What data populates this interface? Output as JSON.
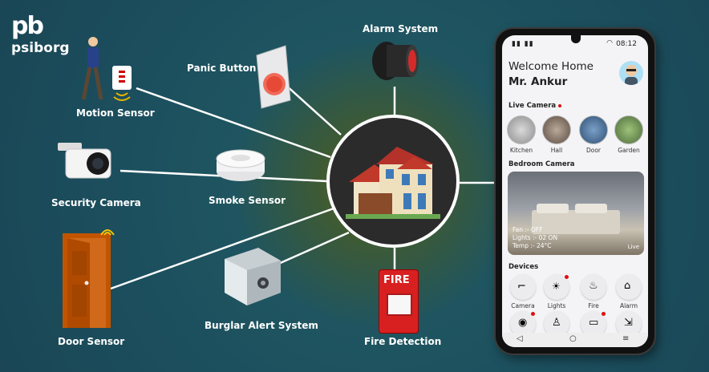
{
  "brand": {
    "mark": "pb",
    "name": "psiborg"
  },
  "devices": {
    "alarm_system": "Alarm System",
    "panic_button": "Panic Button",
    "motion_sensor": "Motion Sensor",
    "security_camera": "Security Camera",
    "smoke_sensor": "Smoke Sensor",
    "door_sensor": "Door Sensor",
    "burglar_alert": "Burglar Alert System",
    "fire_detection": "Fire Detection",
    "fire_box_text": "FIRE"
  },
  "phone": {
    "time": "08:12",
    "welcome_line1": "Welcome Home",
    "welcome_line2": "Mr. Ankur",
    "live_camera_title": "Live Camera",
    "cameras": [
      {
        "label": "Kitchen"
      },
      {
        "label": "Hall"
      },
      {
        "label": "Door"
      },
      {
        "label": "Garden"
      }
    ],
    "bedroom_title": "Bedroom Camera",
    "bedroom_info": {
      "fan": "Fan :- OFF",
      "lights": "Lights :- 02 ON",
      "temp": "Temp :- 24°C",
      "live": "Live"
    },
    "devices_title": "Devices",
    "device_buttons": [
      {
        "label": "Camera",
        "icon": "cctv-icon"
      },
      {
        "label": "Lights",
        "icon": "bulb-icon"
      },
      {
        "label": "Fire",
        "icon": "flame-icon"
      },
      {
        "label": "Alarm",
        "icon": "siren-icon"
      }
    ],
    "device_buttons_row2": [
      {
        "icon": "location-icon"
      },
      {
        "icon": "walk-icon"
      },
      {
        "icon": "sensor-icon"
      },
      {
        "icon": "exit-icon"
      }
    ],
    "nav": {
      "back": "◁",
      "home": "○",
      "menu": "≡"
    }
  },
  "colors": {
    "hub_bg": "#2b2b2b",
    "roof": "#c0392b",
    "accent_red": "#d11111"
  }
}
